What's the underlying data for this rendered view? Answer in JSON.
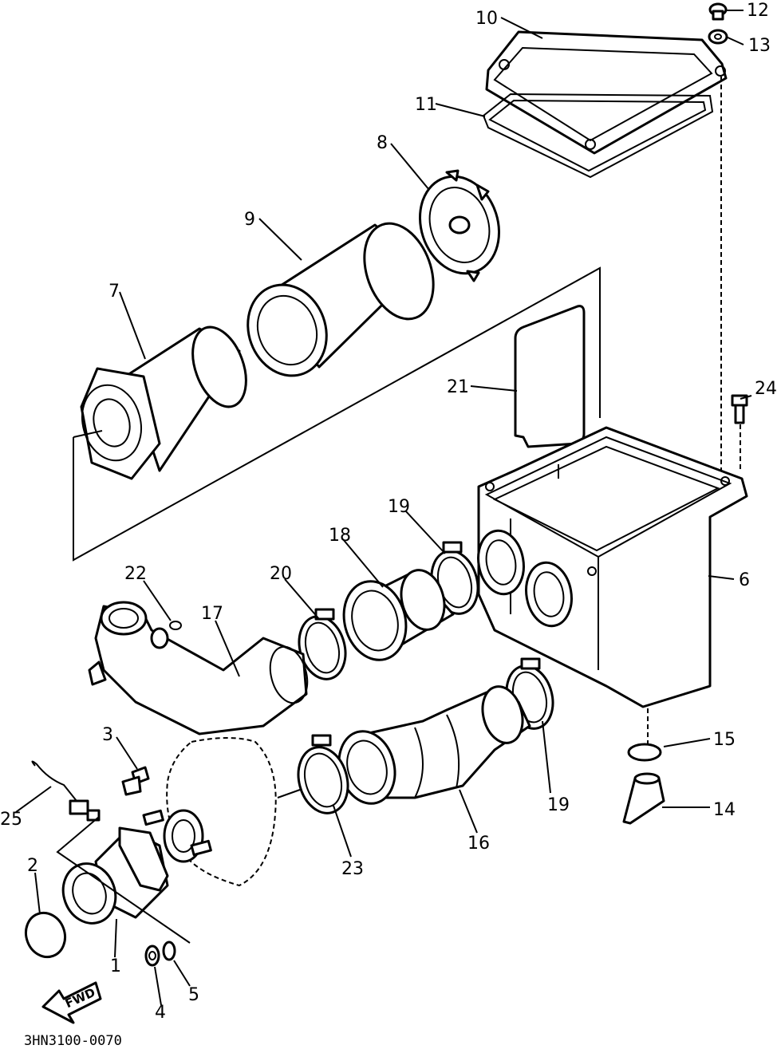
{
  "callouts": {
    "p1": "1",
    "p2": "2",
    "p3": "3",
    "p4": "4",
    "p5": "5",
    "p6": "6",
    "p7": "7",
    "p8": "8",
    "p9": "9",
    "p10": "10",
    "p11": "11",
    "p12": "12",
    "p13": "13",
    "p14": "14",
    "p15": "15",
    "p16": "16",
    "p17": "17",
    "p18": "18",
    "p19a": "19",
    "p19b": "19",
    "p20": "20",
    "p21": "21",
    "p22": "22",
    "p23": "23",
    "p24": "24",
    "p25": "25"
  },
  "direction_label": "FWD",
  "diagram_code": "3HN3100-0070"
}
